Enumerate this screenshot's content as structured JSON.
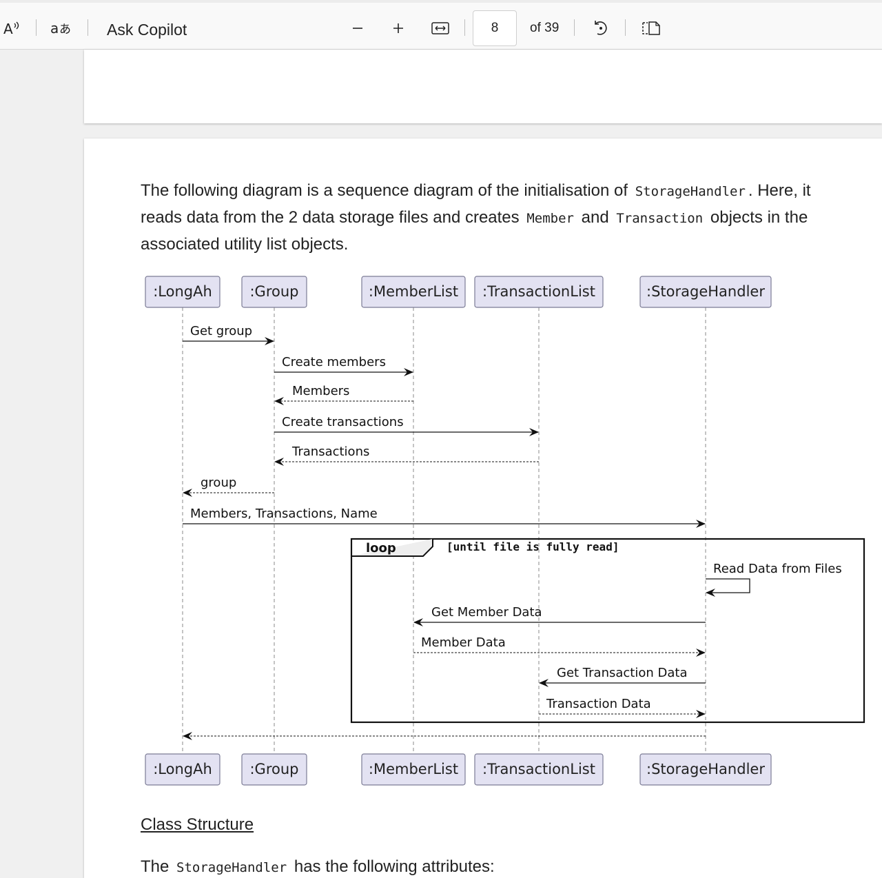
{
  "toolbar": {
    "read_aloud_icon": "read-aloud-icon",
    "translate_icon": "translate-icon",
    "ask_copilot_label": "Ask Copilot",
    "zoom_out_icon": "minus-icon",
    "zoom_in_icon": "plus-icon",
    "fit_width_icon": "fit-width-icon",
    "current_page": "8",
    "total_pages": "of 39",
    "rotate_icon": "rotate-icon",
    "page_view_icon": "page-view-icon"
  },
  "document": {
    "paragraph": {
      "t1": "The following diagram is a sequence diagram of the initialisation of",
      "c1": "StorageHandler",
      "t2": ". Here, it reads data from the 2 data storage files and creates",
      "c2": "Member",
      "t3": "and",
      "c3": "Transaction",
      "t4": "objects in the associated utility list objects."
    },
    "heading": "Class Structure",
    "bottom": {
      "t1": "The",
      "c1": "StorageHandler",
      "t2": "has the following attributes:"
    }
  },
  "diagram": {
    "participants": [
      ":LongAh",
      ":Group",
      ":MemberList",
      ":TransactionList",
      ":StorageHandler"
    ],
    "messages": [
      {
        "label": "Get group",
        "from": 0,
        "to": 1,
        "dashed": false
      },
      {
        "label": "Create members",
        "from": 1,
        "to": 2,
        "dashed": false
      },
      {
        "label": "Members",
        "from": 2,
        "to": 1,
        "dashed": true
      },
      {
        "label": "Create transactions",
        "from": 1,
        "to": 3,
        "dashed": false
      },
      {
        "label": "Transactions",
        "from": 3,
        "to": 1,
        "dashed": true
      },
      {
        "label": "group",
        "from": 1,
        "to": 0,
        "dashed": true
      },
      {
        "label": "Members, Transactions, Name",
        "from": 0,
        "to": 4,
        "dashed": false
      },
      {
        "label": "Read Data from Files",
        "from": 4,
        "to": 4,
        "dashed": false
      },
      {
        "label": "Get Member Data",
        "from": 4,
        "to": 2,
        "dashed": false
      },
      {
        "label": "Member Data",
        "from": 2,
        "to": 4,
        "dashed": true
      },
      {
        "label": "Get Transaction Data",
        "from": 4,
        "to": 3,
        "dashed": false
      },
      {
        "label": "Transaction Data",
        "from": 3,
        "to": 4,
        "dashed": true
      },
      {
        "label": "",
        "from": 4,
        "to": 0,
        "dashed": true
      }
    ],
    "loop": {
      "keyword": "loop",
      "guard": "[until file is fully read]"
    }
  }
}
